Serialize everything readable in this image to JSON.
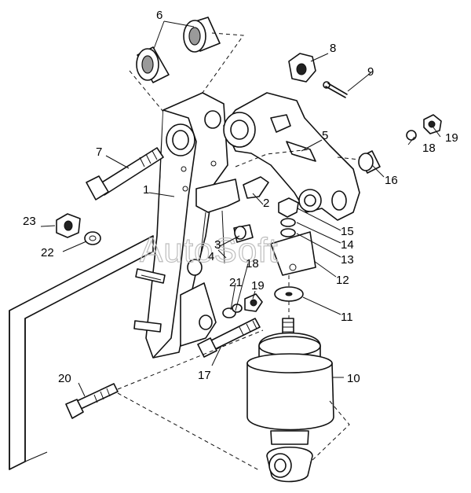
{
  "diagram": {
    "watermark": "AutoSoft",
    "callouts": {
      "p1": "1",
      "p2": "2",
      "p3": "3",
      "p4": "4",
      "p5": "5",
      "p6": "6",
      "p7": "7",
      "p8": "8",
      "p9": "9",
      "p10": "10",
      "p11": "11",
      "p12": "12",
      "p13": "13",
      "p14": "14",
      "p15": "15",
      "p16": "16",
      "p17": "17",
      "p18a": "18",
      "p18b": "18",
      "p19a": "19",
      "p19b": "19",
      "p20": "20",
      "p21": "21",
      "p22": "22",
      "p23": "23"
    }
  }
}
